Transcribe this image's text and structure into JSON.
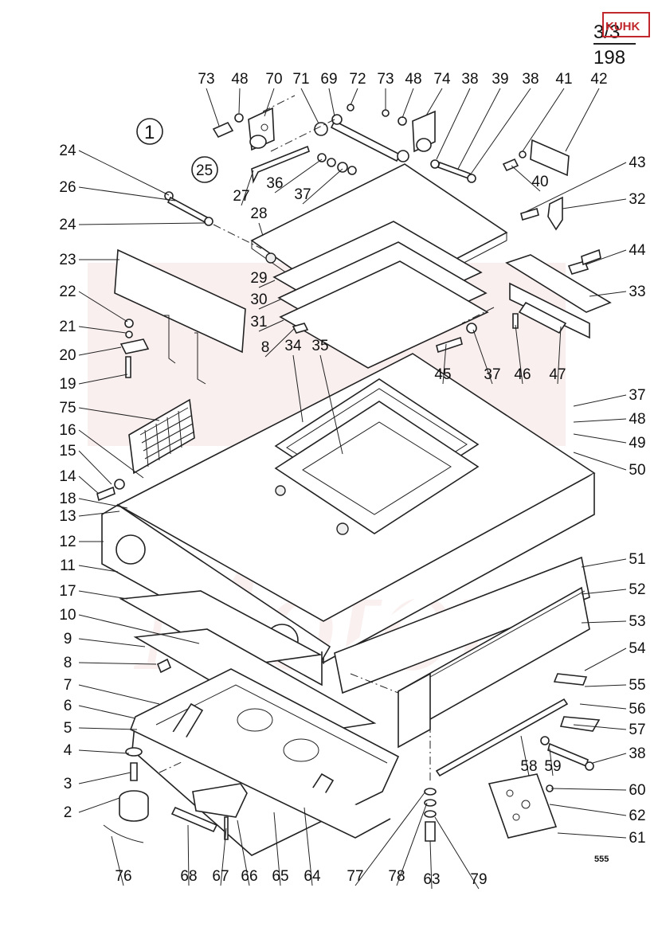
{
  "header": {
    "page_top": "3/3",
    "page_bottom": "198",
    "logo_text": "KUHK"
  },
  "view_markers": [
    "1",
    "25"
  ],
  "watermark": {
    "text": "Motor",
    "color": "#e2a7a7"
  },
  "footer_code": "555",
  "callouts": [
    {
      "label": "73"
    },
    {
      "label": "48"
    },
    {
      "label": "70"
    },
    {
      "label": "71"
    },
    {
      "label": "69"
    },
    {
      "label": "72"
    },
    {
      "label": "73"
    },
    {
      "label": "48"
    },
    {
      "label": "74"
    },
    {
      "label": "38"
    },
    {
      "label": "39"
    },
    {
      "label": "38"
    },
    {
      "label": "41"
    },
    {
      "label": "42"
    },
    {
      "label": "43"
    },
    {
      "label": "32"
    },
    {
      "label": "40"
    },
    {
      "label": "24"
    },
    {
      "label": "26"
    },
    {
      "label": "24"
    },
    {
      "label": "27"
    },
    {
      "label": "36"
    },
    {
      "label": "37"
    },
    {
      "label": "28"
    },
    {
      "label": "23"
    },
    {
      "label": "29"
    },
    {
      "label": "30"
    },
    {
      "label": "31"
    },
    {
      "label": "44"
    },
    {
      "label": "33"
    },
    {
      "label": "22"
    },
    {
      "label": "21"
    },
    {
      "label": "20"
    },
    {
      "label": "19"
    },
    {
      "label": "8"
    },
    {
      "label": "34"
    },
    {
      "label": "35"
    },
    {
      "label": "45"
    },
    {
      "label": "37"
    },
    {
      "label": "46"
    },
    {
      "label": "47"
    },
    {
      "label": "75"
    },
    {
      "label": "37"
    },
    {
      "label": "48"
    },
    {
      "label": "49"
    },
    {
      "label": "50"
    },
    {
      "label": "16"
    },
    {
      "label": "15"
    },
    {
      "label": "14"
    },
    {
      "label": "18"
    },
    {
      "label": "13"
    },
    {
      "label": "12"
    },
    {
      "label": "11"
    },
    {
      "label": "51"
    },
    {
      "label": "17"
    },
    {
      "label": "52"
    },
    {
      "label": "10"
    },
    {
      "label": "53"
    },
    {
      "label": "9"
    },
    {
      "label": "54"
    },
    {
      "label": "8"
    },
    {
      "label": "55"
    },
    {
      "label": "7"
    },
    {
      "label": "56"
    },
    {
      "label": "6"
    },
    {
      "label": "57"
    },
    {
      "label": "5"
    },
    {
      "label": "38"
    },
    {
      "label": "4"
    },
    {
      "label": "58"
    },
    {
      "label": "59"
    },
    {
      "label": "3"
    },
    {
      "label": "60"
    },
    {
      "label": "2"
    },
    {
      "label": "62"
    },
    {
      "label": "61"
    },
    {
      "label": "76"
    },
    {
      "label": "68"
    },
    {
      "label": "67"
    },
    {
      "label": "66"
    },
    {
      "label": "65"
    },
    {
      "label": "64"
    },
    {
      "label": "77"
    },
    {
      "label": "78"
    },
    {
      "label": "63"
    },
    {
      "label": "79"
    }
  ]
}
